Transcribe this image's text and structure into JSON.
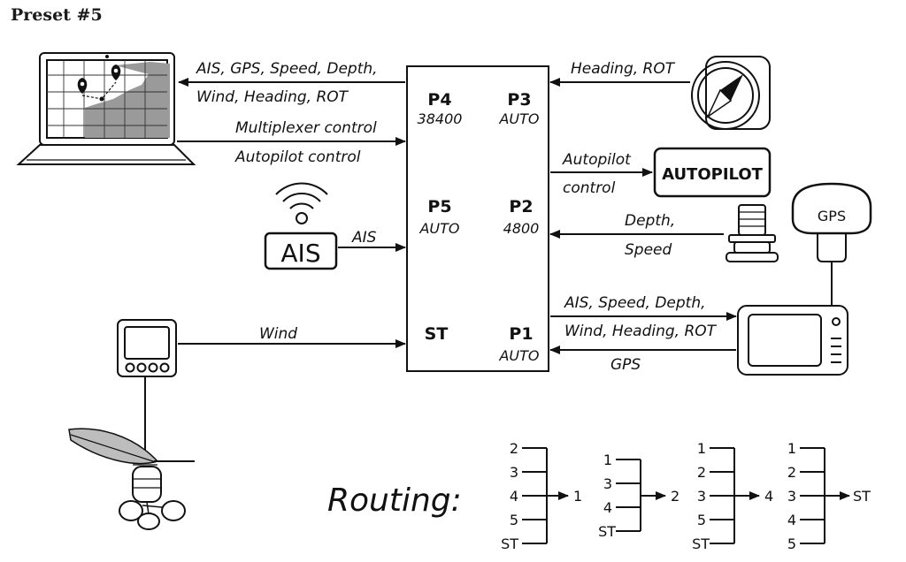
{
  "title": "Preset #5",
  "multiplexer": {
    "ports": [
      {
        "name": "P4",
        "value": "38400"
      },
      {
        "name": "P3",
        "value": "AUTO"
      },
      {
        "name": "P5",
        "value": "AUTO"
      },
      {
        "name": "P2",
        "value": "4800"
      },
      {
        "name": "ST",
        "value": ""
      },
      {
        "name": "P1",
        "value": "AUTO"
      }
    ]
  },
  "links": {
    "laptop_out_line1": "AIS, GPS, Speed, Depth,",
    "laptop_out_line2": "Wind, Heading, ROT",
    "laptop_in_line1": "Multiplexer control",
    "laptop_in_line2": "Autopilot control",
    "compass": "Heading, ROT",
    "autopilot_line1": "Autopilot",
    "autopilot_line2": "control",
    "depth_line1": "Depth,",
    "depth_line2": "Speed",
    "ais": "AIS",
    "plotter_out_line1": "AIS, Speed, Depth,",
    "plotter_out_line2": "Wind, Heading, ROT",
    "plotter_in": "GPS",
    "wind": "Wind"
  },
  "devices": {
    "autopilot": "AUTOPILOT",
    "ais": "AIS",
    "gps": "GPS"
  },
  "routing": {
    "label": "Routing:",
    "groups": [
      {
        "inputs": [
          "2",
          "3",
          "4",
          "5",
          "ST"
        ],
        "output": "1"
      },
      {
        "inputs": [
          "1",
          "3",
          "4",
          "ST"
        ],
        "output": "2"
      },
      {
        "inputs": [
          "1",
          "2",
          "3",
          "5",
          "ST"
        ],
        "output": "4"
      },
      {
        "inputs": [
          "1",
          "2",
          "3",
          "4",
          "5"
        ],
        "output": "ST"
      }
    ]
  }
}
